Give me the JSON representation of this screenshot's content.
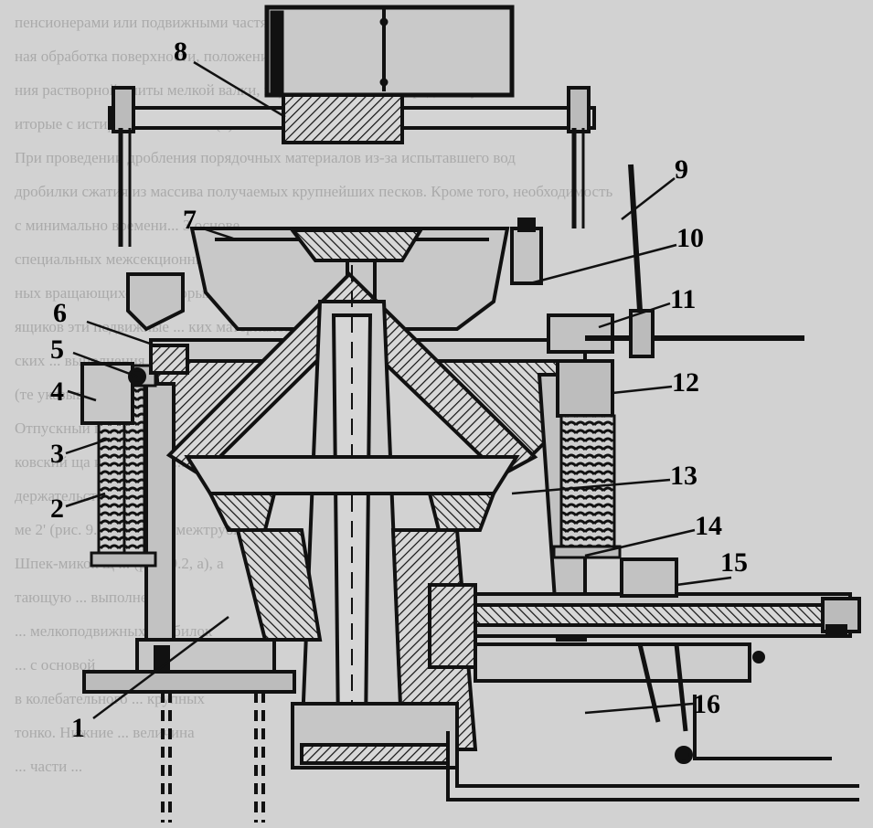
{
  "figure": {
    "callouts": [
      "1",
      "2",
      "3",
      "4",
      "5",
      "6",
      "7",
      "8",
      "9",
      "10",
      "11",
      "12",
      "13",
      "14",
      "15",
      "16"
    ],
    "background_text_lines": [
      "пенсионерами или подвижными частями. При этом эта регулируется прия",
      "ная обработка поверхности, положения основания",
      "ния растворной плиты мелкой валки, верхний зуб ивности средних кусков",
      "иторые с истираемых... 10...15(0)",
      "При проведении дробления порядочных материалов из-за испытавшего вод",
      "дробилки сжатия из массива получаемых крупнейших песков. Кроме того, необходимость",
      "с минимально времени... 3 основе",
      "специальных межсекционных ... для выдачи",
      "ных вращающихся ... которых прилагаемых",
      "ящиков эти подвижные ... ких материалов",
      "ских ... выполнения",
      "(те указываемого ... поверхностей",
      "Отпускный процесс ...",
      "ковский ща и хорошего ... выгрузка на",
      "держательство, при ...",
      "ме 2' (рис. 9.2, а - в) ... в межтрубной",
      "Шпек-микок щ ... (рис. 9.2, а), а",
      "тающую ... выполнения",
      "... мелкоподвижных дробилок",
      "... с основой",
      "в колебательного ... крупных",
      "тонко. Нижние ... величина",
      "... части ..."
    ],
    "colors": {
      "paper": "#d2d2d2",
      "ink": "#111111",
      "ghost_text": "#8a8a8a",
      "hatch": "#1a1a1a"
    }
  }
}
